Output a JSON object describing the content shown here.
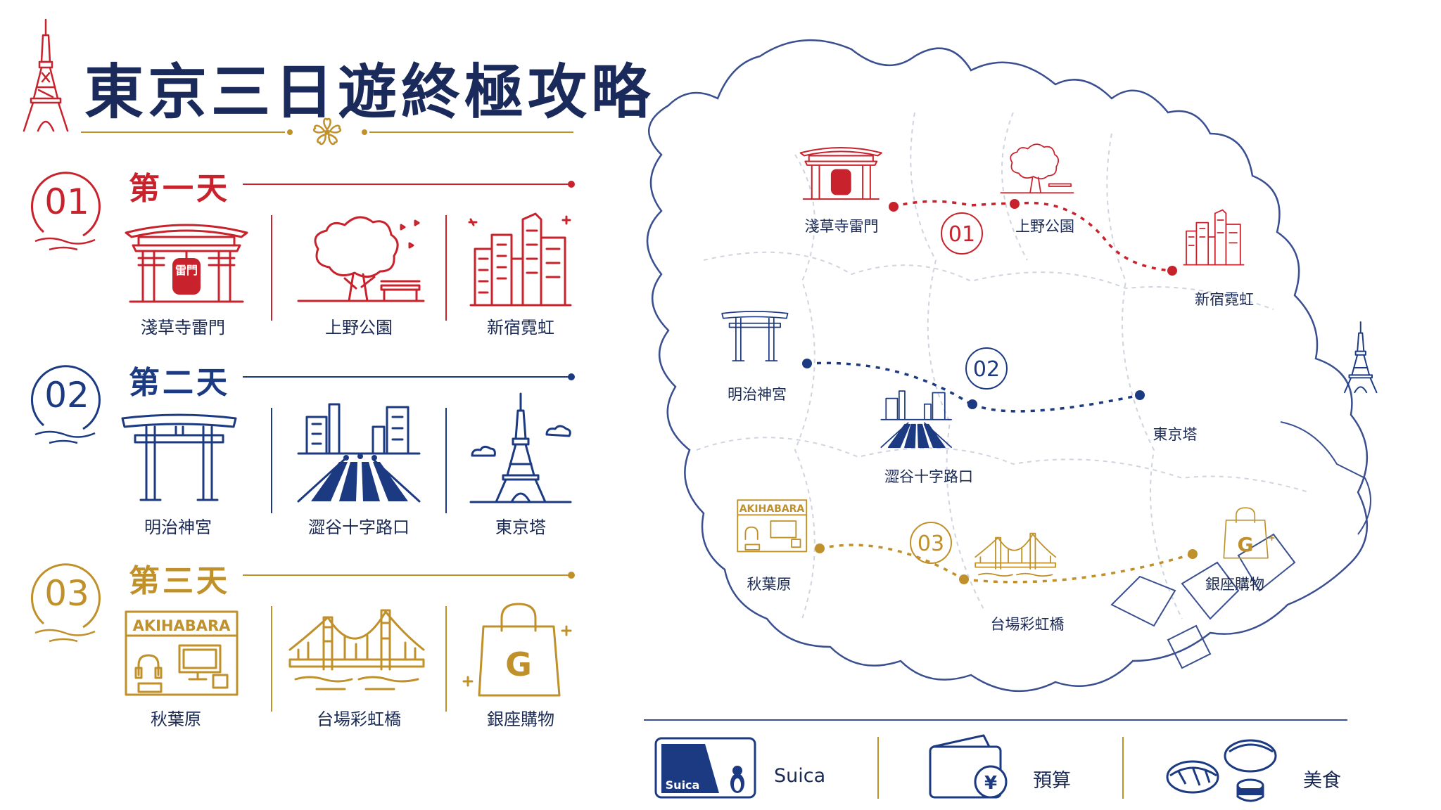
{
  "title": "東京三日遊終極攻略",
  "colors": {
    "day1": "#c8232c",
    "day2": "#1c3a82",
    "day3": "#c0902a",
    "text": "#1b2a55",
    "map_outline": "#3a4f8f"
  },
  "days": [
    {
      "num": "01",
      "title": "第一天",
      "spots": [
        {
          "label": "淺草寺雷門",
          "icon": "kaminarimon-gate-icon",
          "lantern_text": "雷門"
        },
        {
          "label": "上野公園",
          "icon": "cherry-tree-bench-icon"
        },
        {
          "label": "新宿霓虹",
          "icon": "neon-buildings-icon"
        }
      ]
    },
    {
      "num": "02",
      "title": "第二天",
      "spots": [
        {
          "label": "明治神宮",
          "icon": "torii-gate-icon"
        },
        {
          "label": "澀谷十字路口",
          "icon": "crosswalk-icon"
        },
        {
          "label": "東京塔",
          "icon": "tokyo-tower-icon"
        }
      ]
    },
    {
      "num": "03",
      "title": "第三天",
      "spots": [
        {
          "label": "秋葉原",
          "icon": "akihabara-shop-icon",
          "sign_text": "AKIHABARA"
        },
        {
          "label": "台場彩虹橋",
          "icon": "rainbow-bridge-icon"
        },
        {
          "label": "銀座購物",
          "icon": "shopping-bag-icon",
          "bag_letter": "G"
        }
      ]
    }
  ],
  "map": {
    "route_numbers": [
      "01",
      "02",
      "03"
    ],
    "labels": [
      "淺草寺雷門",
      "上野公園",
      "新宿霓虹",
      "明治神宮",
      "澀谷十字路口",
      "東京塔",
      "秋葉原",
      "台場彩虹橋",
      "銀座購物"
    ],
    "sign_text": "AKIHABARA",
    "bag_letter": "G"
  },
  "essentials": [
    {
      "label": "Suica",
      "icon": "suica-card-icon",
      "card_text": "Suica"
    },
    {
      "label": "預算",
      "icon": "wallet-yen-icon",
      "symbol": "¥"
    },
    {
      "label": "美食",
      "icon": "sushi-icon"
    }
  ]
}
